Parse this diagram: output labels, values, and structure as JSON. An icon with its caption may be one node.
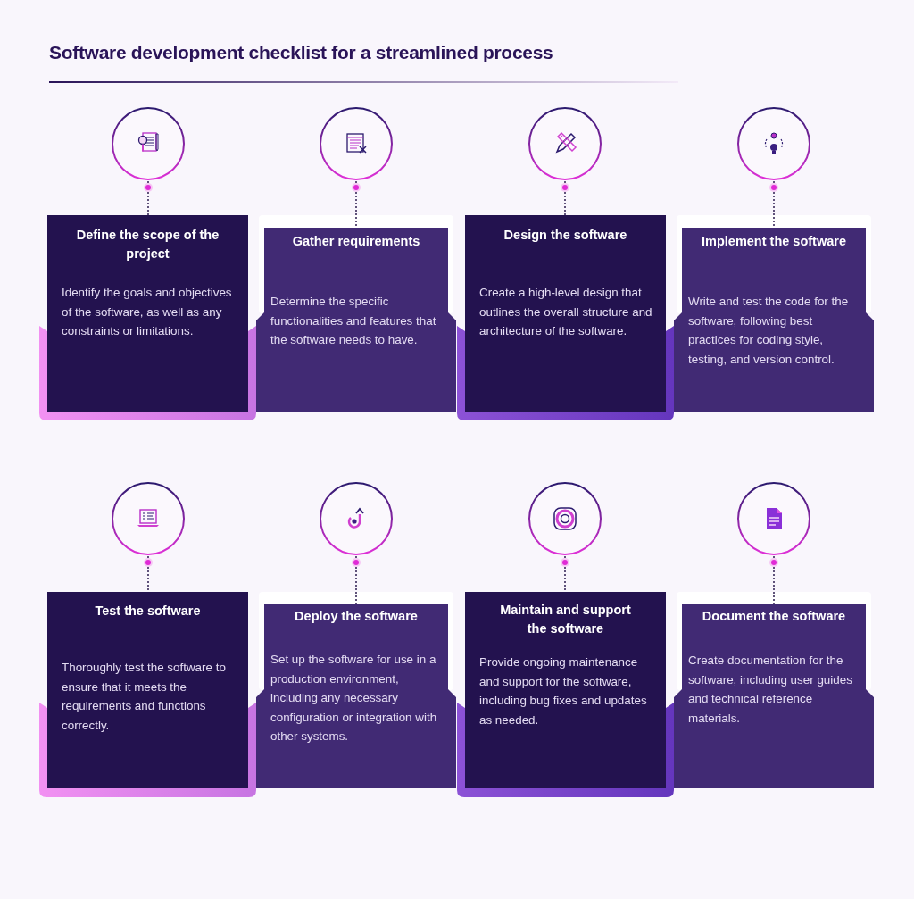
{
  "diagram": {
    "title": "Software development checklist for a streamlined process",
    "nodes": [
      {
        "text": [],
        "shape": "circle"
      },
      {
        "text": [],
        "shape": "circle"
      },
      {
        "text": [],
        "shape": "circle"
      },
      {
        "text": [],
        "shape": "circle"
      },
      {
        "text": [
          "Define the scope of the project",
          "Identify the goals and objectives of the software, as well as any constraints or limitations."
        ]
      },
      {
        "text": [
          "Gather requirements",
          "Determine the specific functionalities and features that the software needs to have."
        ]
      },
      {
        "text": [
          "Design the software",
          "Create a high-level design that outlines the overall structure and architecture of the software."
        ]
      },
      {
        "text": [
          "Implement the software",
          "Write and test the code for the software, following best practices for coding style, testing, and version control."
        ]
      },
      {
        "text": [],
        "shape": "circle"
      },
      {
        "text": [],
        "shape": "circle"
      },
      {
        "text": [],
        "shape": "circle"
      },
      {
        "text": [],
        "shape": "circle"
      },
      {
        "text": [
          "Test the software",
          "Thoroughly test the software to ensure that it meets the requirements and functions correctly."
        ]
      },
      {
        "text": [
          "Deploy the software",
          "Set up the software for use in a production environment, including any necessary configuration or integration with other systems."
        ]
      },
      {
        "text": [
          "Maintain and support the software",
          "Provide ongoing maintenance and support for the software, including bug fixes and updates as needed."
        ]
      },
      {
        "text": [
          "Document the software",
          "Create documentation for the software, including user guides and technical reference materials."
        ]
      }
    ],
    "edges": [
      {
        "from": 0,
        "to": 4,
        "arrow": "none",
        "style": "dashed"
      },
      {
        "from": 1,
        "to": 5,
        "arrow": "none",
        "style": "dashed"
      },
      {
        "from": 2,
        "to": 6,
        "arrow": "none",
        "style": "dashed"
      },
      {
        "from": 3,
        "to": 7,
        "arrow": "none",
        "style": "dashed"
      },
      {
        "from": 8,
        "to": 12,
        "arrow": "none",
        "style": "dashed"
      },
      {
        "from": 9,
        "to": 13,
        "arrow": "none",
        "style": "dashed"
      },
      {
        "from": 10,
        "to": 14,
        "arrow": "none",
        "style": "dashed"
      },
      {
        "from": 11,
        "to": 15,
        "arrow": "none",
        "style": "dashed"
      }
    ]
  }
}
